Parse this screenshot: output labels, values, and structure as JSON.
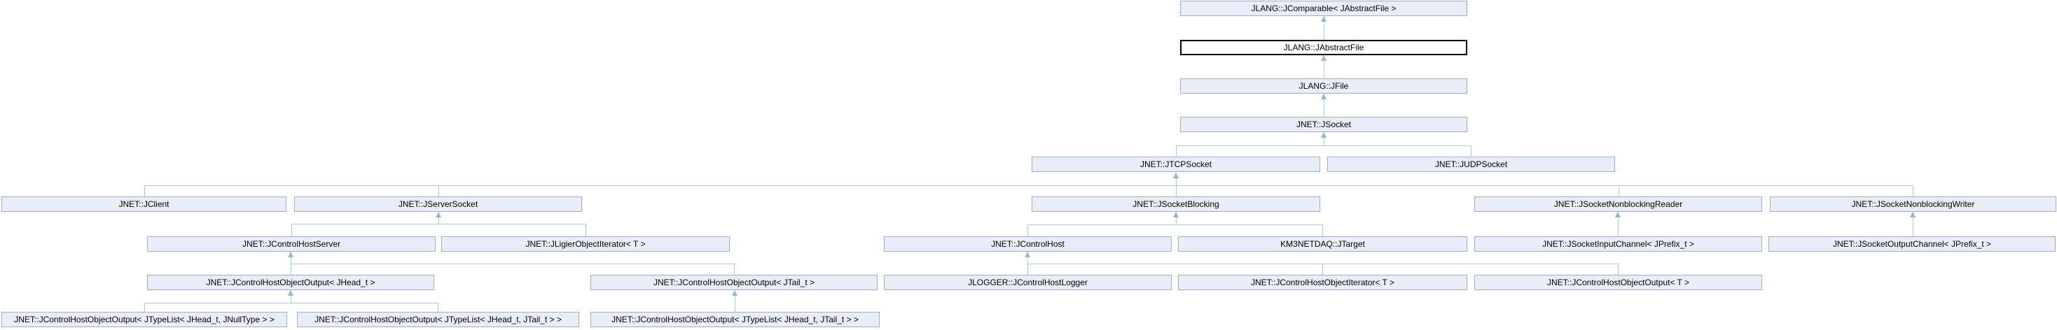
{
  "diagram": {
    "type": "class-inheritance-graph",
    "highlighted_node": "JLANG::JAbstractFile",
    "colors": {
      "node_fill": "#E8EDF7",
      "node_border": "#9FAECF",
      "highlight_fill": "#FFFFFF",
      "highlight_border": "#000000",
      "edge": "#A8CBDF",
      "arrow": "#8FB8D4",
      "text": "#000000",
      "background": "#FFFFFF"
    },
    "nodes": [
      {
        "id": "jcomparable",
        "label": "JLANG::JComparable< JAbstractFile >"
      },
      {
        "id": "jabstractfile",
        "label": "JLANG::JAbstractFile"
      },
      {
        "id": "jfile",
        "label": "JLANG::JFile"
      },
      {
        "id": "jsocket",
        "label": "JNET::JSocket"
      },
      {
        "id": "jtcpsocket",
        "label": "JNET::JTCPSocket"
      },
      {
        "id": "judpsocket",
        "label": "JNET::JUDPSocket"
      },
      {
        "id": "jclient",
        "label": "JNET::JClient"
      },
      {
        "id": "jserversocket",
        "label": "JNET::JServerSocket"
      },
      {
        "id": "jsocketblocking",
        "label": "JNET::JSocketBlocking"
      },
      {
        "id": "jsocketnbreader",
        "label": "JNET::JSocketNonblockingReader"
      },
      {
        "id": "jsocketnbwriter",
        "label": "JNET::JSocketNonblockingWriter"
      },
      {
        "id": "jcontrolhostserver",
        "label": "JNET::JControlHostServer"
      },
      {
        "id": "jligierobjectiterator",
        "label": "JNET::JLigierObjectIterator< T >"
      },
      {
        "id": "jcontrolhost",
        "label": "JNET::JControlHost"
      },
      {
        "id": "jtarget",
        "label": "KM3NETDAQ::JTarget"
      },
      {
        "id": "jsocketinputchannel",
        "label": "JNET::JSocketInputChannel< JPrefix_t >"
      },
      {
        "id": "jsocketoutputchannel",
        "label": "JNET::JSocketOutputChannel< JPrefix_t >"
      },
      {
        "id": "jchoo-jhead",
        "label": "JNET::JControlHostObjectOutput< JHead_t >"
      },
      {
        "id": "jchoo-jtail",
        "label": "JNET::JControlHostObjectOutput< JTail_t >"
      },
      {
        "id": "jcontrolhostlogger",
        "label": "JLOGGER::JControlHostLogger"
      },
      {
        "id": "jchoi-t",
        "label": "JNET::JControlHostObjectIterator< T >"
      },
      {
        "id": "jchoo-t",
        "label": "JNET::JControlHostObjectOutput< T >"
      },
      {
        "id": "jchoo-typelist-null",
        "label": "JNET::JControlHostObjectOutput< JTypeList< JHead_t, JNullType > >"
      },
      {
        "id": "jchoo-typelist-tail1",
        "label": "JNET::JControlHostObjectOutput< JTypeList< JHead_t, JTail_t > >"
      },
      {
        "id": "jchoo-typelist-tail2",
        "label": "JNET::JControlHostObjectOutput< JTypeList< JHead_t, JTail_t > >"
      }
    ],
    "edges": [
      {
        "derived": "JLANG::JAbstractFile",
        "base": "JLANG::JComparable< JAbstractFile >"
      },
      {
        "derived": "JLANG::JFile",
        "base": "JLANG::JAbstractFile"
      },
      {
        "derived": "JNET::JSocket",
        "base": "JLANG::JFile"
      },
      {
        "derived": "JNET::JTCPSocket",
        "base": "JNET::JSocket"
      },
      {
        "derived": "JNET::JUDPSocket",
        "base": "JNET::JSocket"
      },
      {
        "derived": "JNET::JClient",
        "base": "JNET::JTCPSocket"
      },
      {
        "derived": "JNET::JServerSocket",
        "base": "JNET::JTCPSocket"
      },
      {
        "derived": "JNET::JSocketBlocking",
        "base": "JNET::JTCPSocket"
      },
      {
        "derived": "JNET::JSocketNonblockingReader",
        "base": "JNET::JTCPSocket"
      },
      {
        "derived": "JNET::JSocketNonblockingWriter",
        "base": "JNET::JTCPSocket"
      },
      {
        "derived": "JNET::JControlHostServer",
        "base": "JNET::JServerSocket"
      },
      {
        "derived": "JNET::JLigierObjectIterator< T >",
        "base": "JNET::JServerSocket"
      },
      {
        "derived": "JNET::JControlHost",
        "base": "JNET::JSocketBlocking"
      },
      {
        "derived": "KM3NETDAQ::JTarget",
        "base": "JNET::JSocketBlocking"
      },
      {
        "derived": "JNET::JSocketInputChannel< JPrefix_t >",
        "base": "JNET::JSocketNonblockingReader"
      },
      {
        "derived": "JNET::JSocketOutputChannel< JPrefix_t >",
        "base": "JNET::JSocketNonblockingWriter"
      },
      {
        "derived": "JNET::JControlHostObjectOutput< JHead_t >",
        "base": "JNET::JControlHostServer"
      },
      {
        "derived": "JNET::JControlHostObjectOutput< JTail_t >",
        "base": "JNET::JControlHostServer"
      },
      {
        "derived": "JLOGGER::JControlHostLogger",
        "base": "JNET::JControlHost"
      },
      {
        "derived": "JNET::JControlHostObjectIterator< T >",
        "base": "JNET::JControlHost"
      },
      {
        "derived": "JNET::JControlHostObjectOutput< T >",
        "base": "JNET::JControlHost"
      },
      {
        "derived": "JNET::JControlHostObjectOutput< JTypeList< JHead_t, JNullType > >",
        "base": "JNET::JControlHostObjectOutput< JHead_t >"
      },
      {
        "derived": "JNET::JControlHostObjectOutput< JTypeList< JHead_t, JTail_t > >",
        "base": "JNET::JControlHostObjectOutput< JHead_t >"
      },
      {
        "derived": "JNET::JControlHostObjectOutput< JTypeList< JHead_t, JTail_t > >",
        "base": "JNET::JControlHostObjectOutput< JTail_t >"
      }
    ]
  }
}
